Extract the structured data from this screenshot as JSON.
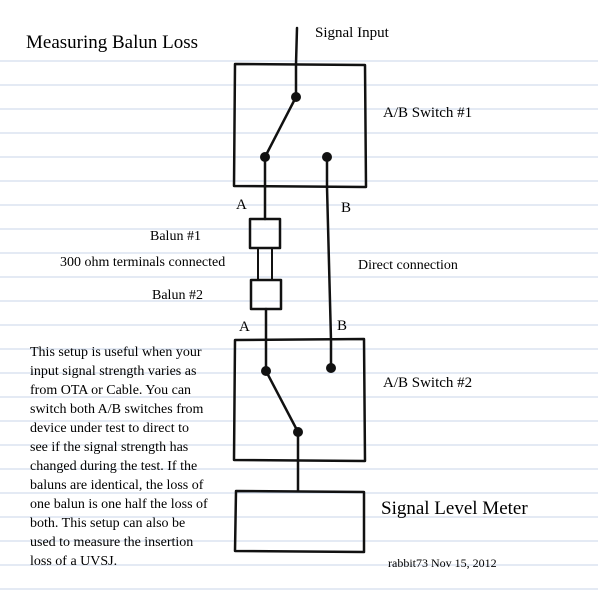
{
  "title": "Measuring Balun Loss",
  "signal_input": "Signal Input",
  "switch1_label": "A/B Switch #1",
  "switch2_label": "A/B Switch #2",
  "port_a": "A",
  "port_b": "B",
  "balun1_label": "Balun #1",
  "balun2_label": "Balun #2",
  "terminals_label": "300 ohm terminals connected",
  "direct_label": "Direct connection",
  "meter_label": "Signal Level Meter",
  "description_lines": [
    "This setup is useful when your",
    "input signal strength varies as",
    "from OTA or Cable. You can",
    "switch both A/B switches from",
    "device under test to direct to",
    "see if the signal strength has",
    "changed during the test. If the",
    "baluns are identical, the loss of",
    "one balun is one half the loss of",
    "both. This setup can also be",
    "used to measure the insertion",
    "loss of a UVSJ."
  ],
  "signature": "rabbit73 Nov 15, 2012",
  "colors": {
    "paper": "#ffffff",
    "rule_lines": "#c9d6ea",
    "ink": "#111111"
  }
}
